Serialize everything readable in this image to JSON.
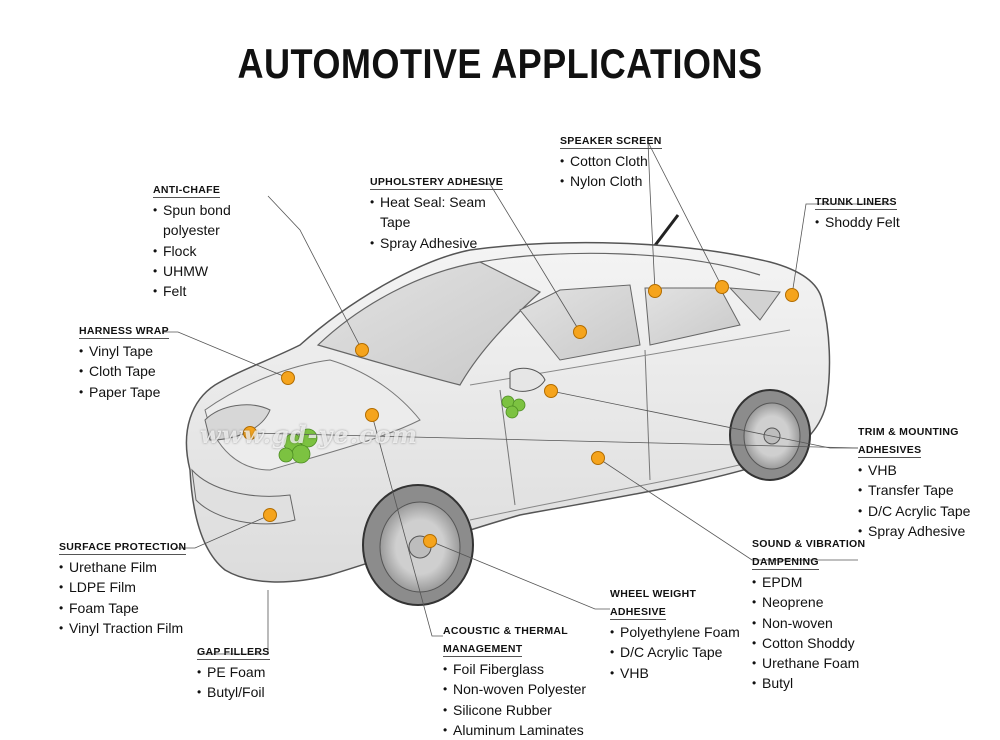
{
  "title": "AUTOMOTIVE APPLICATIONS",
  "watermark": "www.gd-ye.com",
  "dot_color": "#f5a41d",
  "callouts": {
    "anti_chafe": {
      "heading": "ANTI-CHAFE",
      "items": [
        "Spun bond",
        "polyester",
        "Flock",
        "UHMW",
        "Felt"
      ]
    },
    "upholstery_adhesive": {
      "heading": "UPHOLSTERY ADHESIVE",
      "items": [
        "Heat Seal: Seam",
        "Tape",
        "Spray Adhesive"
      ]
    },
    "speaker_screen": {
      "heading": "SPEAKER SCREEN",
      "items": [
        "Cotton Cloth",
        "Nylon Cloth"
      ]
    },
    "trunk_liners": {
      "heading": "TRUNK LINERS",
      "items": [
        "Shoddy Felt"
      ]
    },
    "harness_wrap": {
      "heading": "HARNESS WRAP",
      "items": [
        "Vinyl Tape",
        "Cloth Tape",
        "Paper Tape"
      ]
    },
    "trim_mounting": {
      "heading": "TRIM & MOUNTING",
      "heading2": "ADHESIVES",
      "items": [
        "VHB",
        "Transfer Tape",
        "D/C Acrylic Tape",
        "Spray Adhesive"
      ]
    },
    "sound_vibration": {
      "heading": "SOUND & VIBRATION",
      "heading2": "DAMPENING",
      "items": [
        "EPDM",
        "Neoprene",
        "Non-woven",
        "Cotton Shoddy",
        "Urethane Foam",
        "Butyl"
      ]
    },
    "surface_protection": {
      "heading": "SURFACE PROTECTION",
      "items": [
        "Urethane Film",
        "LDPE Film",
        "Foam Tape",
        "Vinyl Traction Film"
      ]
    },
    "wheel_weight": {
      "heading": "WHEEL WEIGHT",
      "heading2": "ADHESIVE",
      "items": [
        "Polyethylene Foam",
        "D/C Acrylic Tape",
        "VHB"
      ]
    },
    "acoustic_thermal": {
      "heading": "ACOUSTIC & THERMAL",
      "heading2": "MANAGEMENT",
      "items": [
        "Foil Fiberglass",
        "Non-woven Polyester",
        "Silicone Rubber",
        "Aluminum Laminates"
      ]
    },
    "gap_fillers": {
      "heading": "GAP FILLERS",
      "items": [
        "PE Foam",
        "Butyl/Foil"
      ]
    }
  }
}
